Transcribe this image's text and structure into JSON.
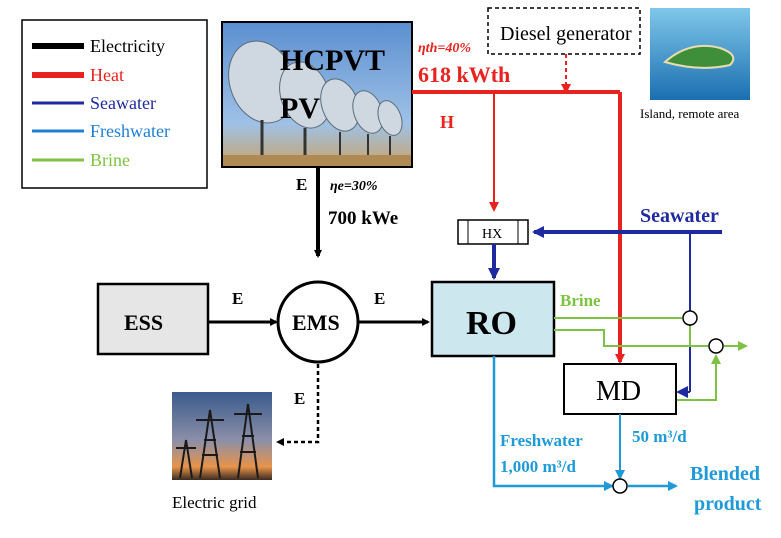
{
  "legend": {
    "items": [
      {
        "label": "Electricity",
        "color": "#000000"
      },
      {
        "label": "Heat",
        "color": "#e8231f"
      },
      {
        "label": "Seawater",
        "color": "#1f2a9e"
      },
      {
        "label": "Freshwater",
        "color": "#1f7fd6"
      },
      {
        "label": "Brine",
        "color": "#7dc242"
      }
    ]
  },
  "blocks": {
    "hcpvt": "HCPVT",
    "pv": "PV",
    "diesel": "Diesel generator",
    "island": "Island, remote area",
    "hx": "HX",
    "ess": "ESS",
    "ems": "EMS",
    "ro": "RO",
    "md": "MD",
    "grid": "Electric grid"
  },
  "labels": {
    "eta_th": "ηth=40%",
    "heat_power": "618 kWth",
    "heat_flow": "H",
    "elec_flow_pv": "E",
    "eta_e": "ηe=30%",
    "elec_power": "700 kWe",
    "elec_ess": "E",
    "elec_ro": "E",
    "elec_grid": "E",
    "seawater": "Seawater",
    "brine": "Brine",
    "freshwater": "Freshwater",
    "ro_flow": "1,000 m³/d",
    "md_flow": "50 m³/d",
    "blended_1": "Blended",
    "blended_2": "product"
  },
  "colors": {
    "electricity": "#000000",
    "heat": "#e8231f",
    "seawater": "#1f2a9e",
    "freshwater": "#1f9ad6",
    "brine": "#7dc242",
    "ro_fill": "#cde7ef",
    "ess_fill": "#e6e6e6"
  }
}
